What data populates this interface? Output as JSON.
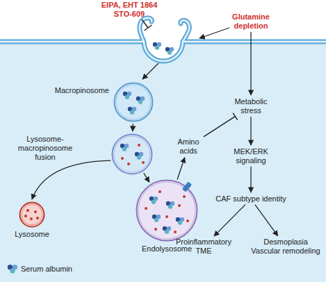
{
  "diagram": {
    "nodes": [
      {
        "text": [
          "Glutamine depletion"
        ]
      },
      {
        "text": [
          "Macropinosome"
        ]
      },
      {
        "text": [
          "Lysosome-macropinosome fusion"
        ]
      },
      {
        "text": [
          "Lysosome"
        ]
      },
      {
        "text": [
          "Endolysosome"
        ]
      },
      {
        "text": [
          "Amino acids"
        ]
      },
      {
        "text": [
          "Metabolic stress"
        ]
      },
      {
        "text": [
          "MEK/ERK signaling"
        ]
      },
      {
        "text": [
          "CAF subtype identity"
        ]
      },
      {
        "text": [
          "Proinflammatory TME"
        ]
      },
      {
        "text": [
          "Desmoplasia Vascular remodeling"
        ]
      }
    ],
    "edges": [
      {
        "from": 0,
        "to": 6,
        "arrow": "to"
      },
      {
        "from": 1,
        "to": 2,
        "arrow": "to"
      },
      {
        "from": 2,
        "to": 3,
        "arrow": "to"
      },
      {
        "from": 2,
        "to": 4,
        "arrow": "to"
      },
      {
        "from": 4,
        "to": 5,
        "arrow": "to"
      },
      {
        "from": 5,
        "to": 6,
        "arrow": "to"
      },
      {
        "from": 6,
        "to": 7,
        "arrow": "to"
      },
      {
        "from": 7,
        "to": 8,
        "arrow": "to"
      },
      {
        "from": 8,
        "to": 9,
        "arrow": "to"
      },
      {
        "from": 8,
        "to": 10,
        "arrow": "to"
      }
    ],
    "labels": [
      "EIPA, EHT 1864 STO-609"
    ],
    "legend": [
      {
        "text": "Serum albumin"
      }
    ]
  }
}
